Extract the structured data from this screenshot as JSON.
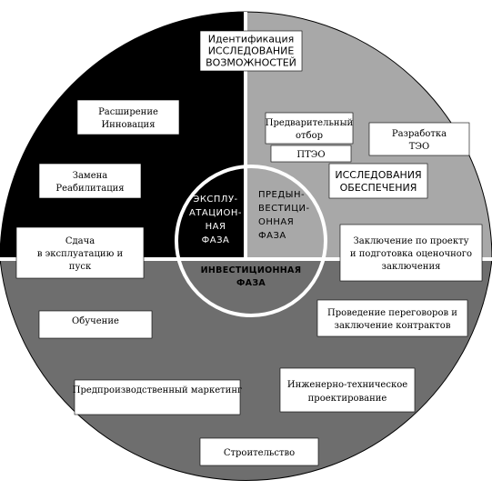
{
  "colors": {
    "operation_sector": "#000000",
    "pre_investment_sector": "#a8a8a8",
    "investment_sector": "#6e6e6e",
    "inner_circle_ring": "#ffffff",
    "box_fill": "#ffffff",
    "box_border": "#000000"
  },
  "phases": {
    "operation": [
      "ЭКСПЛУ-",
      "АТАЦИОН-",
      "НАЯ",
      "ФАЗА"
    ],
    "pre_investment": [
      "ПРЕДЫН-",
      "ВЕСТИЦИ-",
      "ОННАЯ",
      "ФАЗА"
    ],
    "investment": [
      "ИНВЕСТИЦИОННАЯ",
      "ФАЗА"
    ]
  },
  "boxes": {
    "identification": [
      "Идентификация",
      "ИССЛЕДОВАНИЕ",
      "ВОЗМОЖНОСТЕЙ"
    ],
    "expansion": [
      "Расширение",
      "Инновация"
    ],
    "replacement": [
      "Замена",
      "Реабилитация"
    ],
    "commissioning": [
      "Сдача",
      "в эксплуатацию и",
      "пуск"
    ],
    "preliminary_selection": [
      "Предварительный",
      "отбор"
    ],
    "pteo": [
      "ПТЭО"
    ],
    "teo_development": [
      "Разработка",
      "ТЭО"
    ],
    "support_studies": [
      "ИССЛЕДОВАНИЯ",
      "ОБЕСПЕЧЕНИЯ"
    ],
    "project_conclusion": [
      "Заключение по проекту",
      "и подготовка оценочного",
      "заключения"
    ],
    "training": [
      "Обучение"
    ],
    "negotiations": [
      "Проведение переговоров и",
      "заключение контрактов"
    ],
    "marketing": [
      "Предпроизводственный маркетинг"
    ],
    "engineering": [
      "Инженерно-техническое",
      "проектирование"
    ],
    "construction": [
      "Строительство"
    ]
  }
}
